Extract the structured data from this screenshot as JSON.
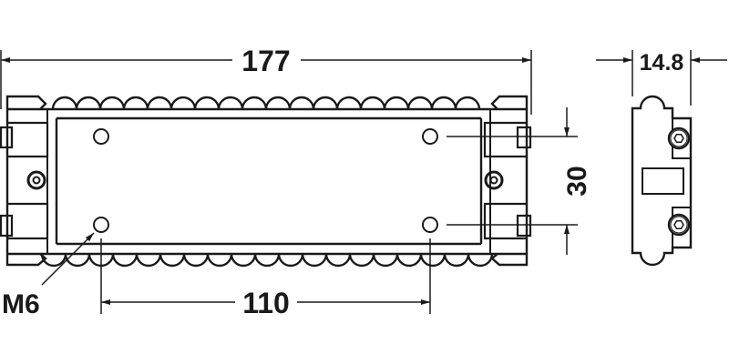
{
  "drawing": {
    "type": "technical-drawing",
    "views": [
      "front-view",
      "side-view"
    ],
    "colors": {
      "line": "#1a1a1a",
      "background": "#ffffff"
    }
  },
  "dimensions": {
    "overall_length": "177",
    "hole_spacing_horizontal": "110",
    "hole_spacing_vertical": "30",
    "side_width": "14.8",
    "thread_label": "M6"
  }
}
